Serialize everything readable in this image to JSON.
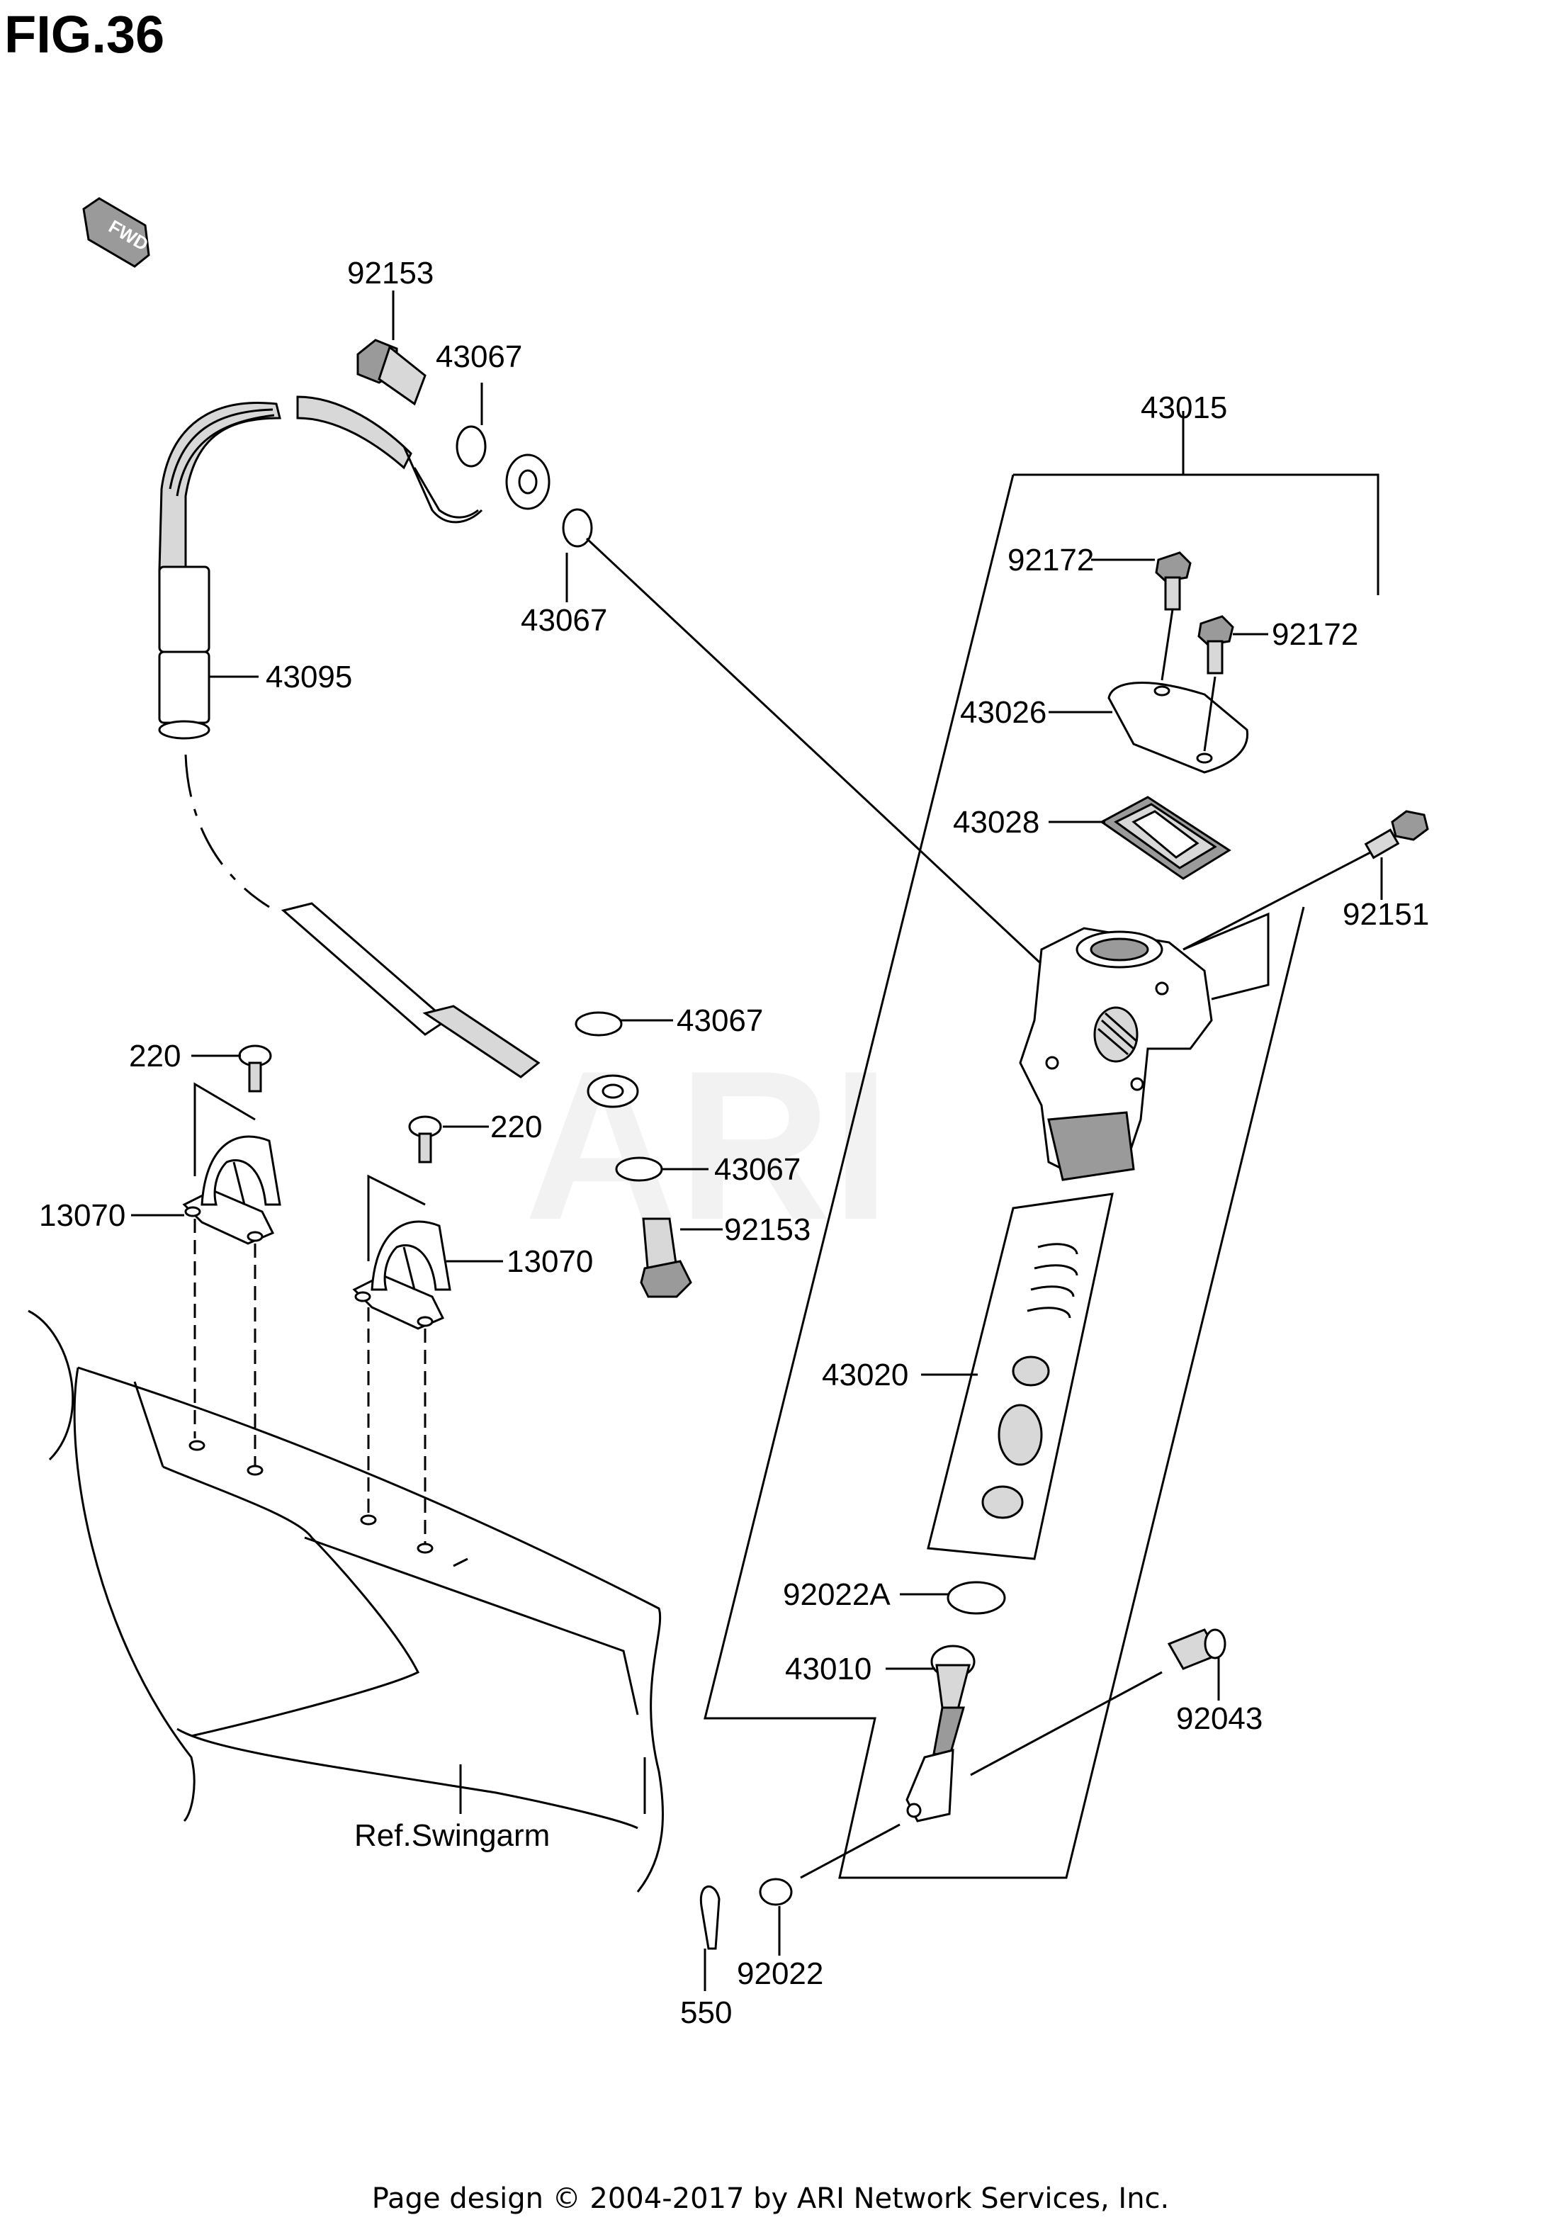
{
  "figure": {
    "title": "FIG.36"
  },
  "fwd_label": "FWD",
  "watermark": "ARI",
  "labels": {
    "p92153_top": "92153",
    "p43067_a": "43067",
    "p43067_b": "43067",
    "p43095": "43095",
    "p43015": "43015",
    "p92172_a": "92172",
    "p92172_b": "92172",
    "p43026": "43026",
    "p43028": "43028",
    "p92151": "92151",
    "p43067_c": "43067",
    "p220_a": "220",
    "p220_b": "220",
    "p43067_d": "43067",
    "p92153_bot": "92153",
    "p13070_a": "13070",
    "p13070_b": "13070",
    "p43020": "43020",
    "p92022A": "92022A",
    "p43010": "43010",
    "p92043": "92043",
    "ref_swingarm": "Ref.Swingarm",
    "p92022": "92022",
    "p550": "550"
  },
  "footer": "Page design © 2004-2017 by ARI Network Services, Inc."
}
